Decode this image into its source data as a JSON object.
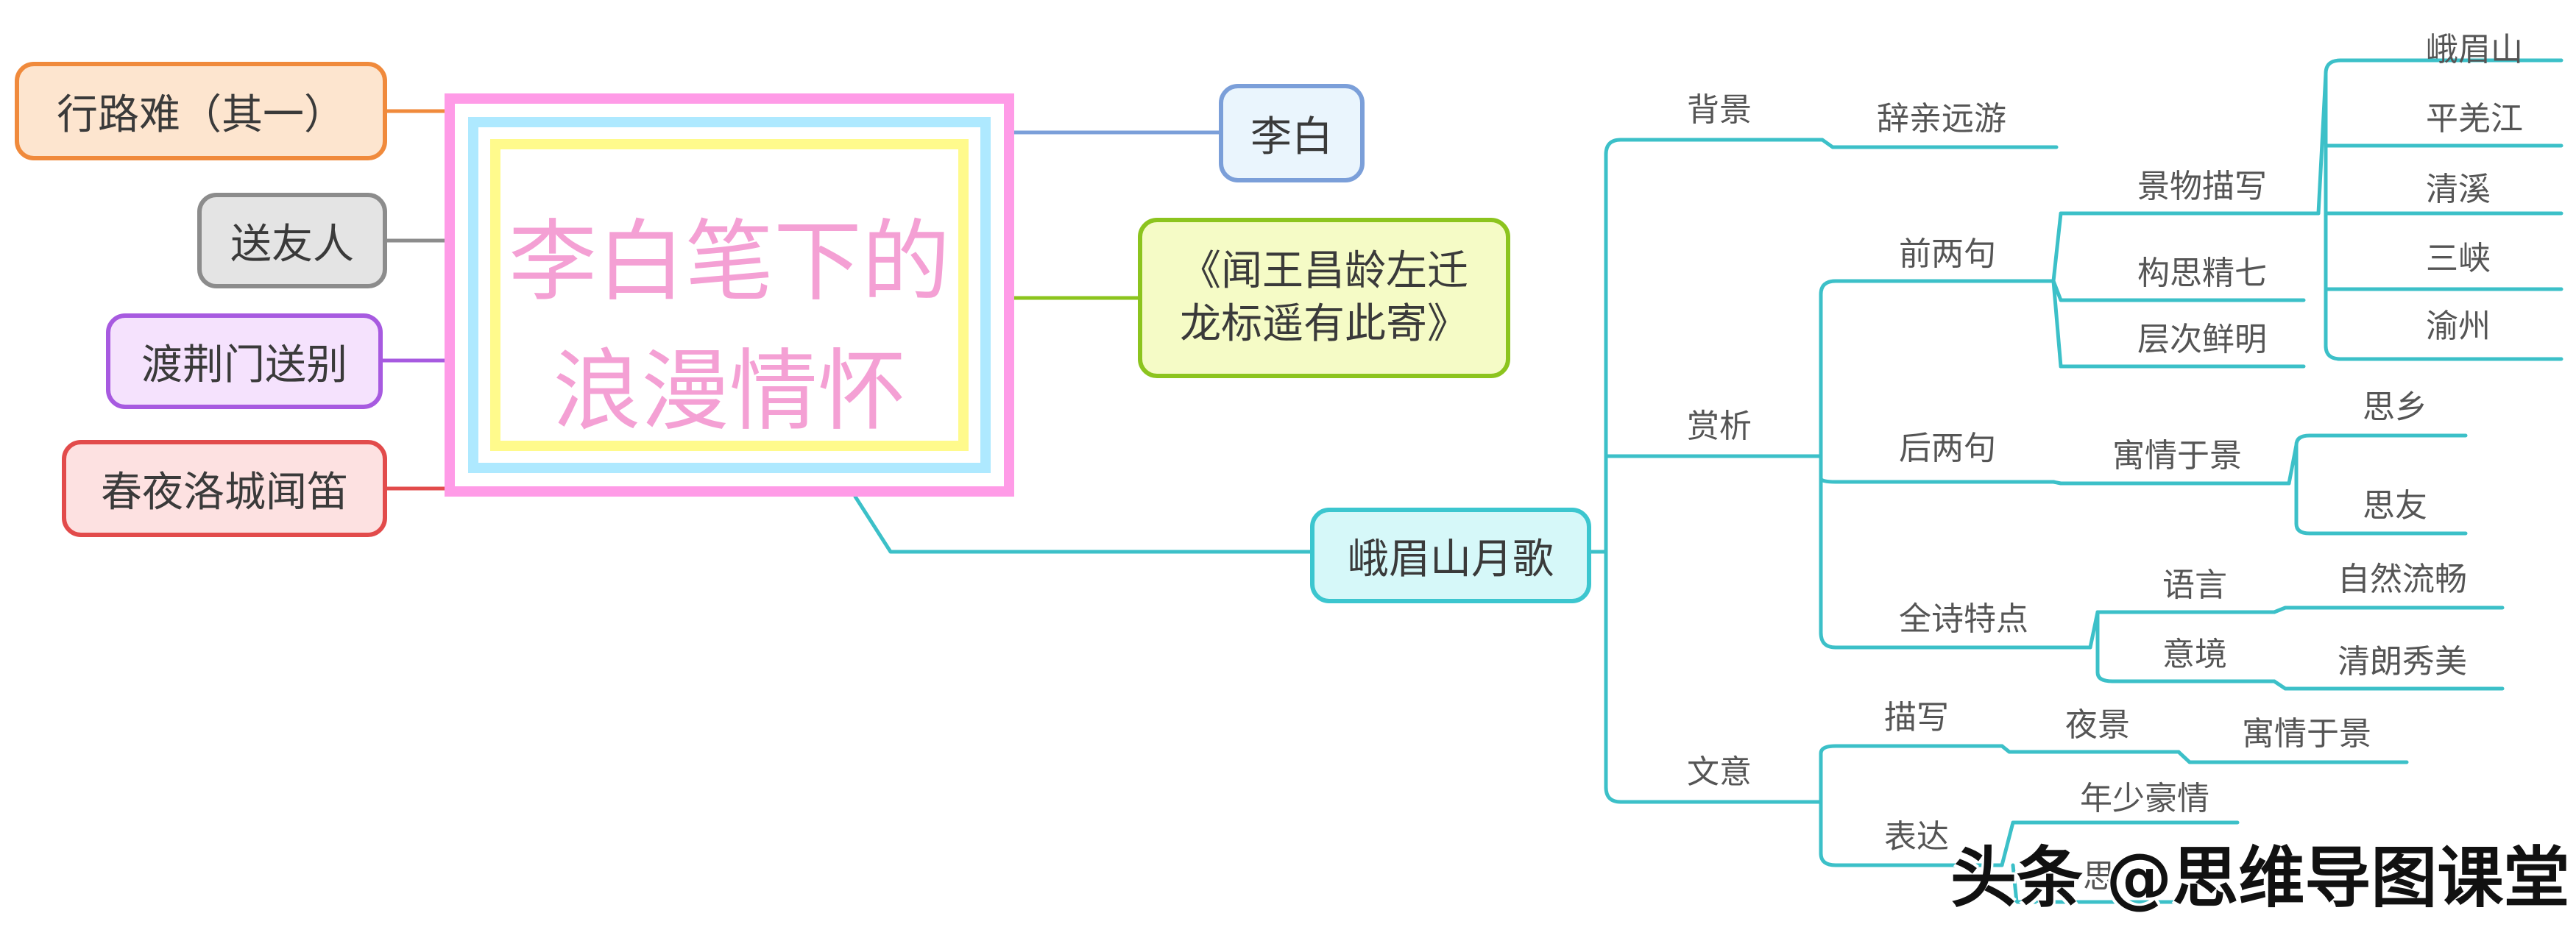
{
  "central": {
    "line1": "李白笔下的",
    "line2": "浪漫情怀"
  },
  "left_poems": [
    {
      "text": "行路难（其一）",
      "border": "#f08a3c",
      "fill": "#fde5cf"
    },
    {
      "text": "送友人",
      "border": "#8c8c8c",
      "fill": "#e4e4e4"
    },
    {
      "text": "渡荆门送别",
      "border": "#a75ae0",
      "fill": "#f5e2fd"
    },
    {
      "text": "春夜洛城闻笛",
      "border": "#e24b4b",
      "fill": "#fde1e1"
    }
  ],
  "author": {
    "text": "李白",
    "border": "#7b9fd9",
    "fill": "#eaf5fd"
  },
  "poem_green": {
    "line1": "《闻王昌龄左迁",
    "line2": "龙标遥有此寄》",
    "border": "#8cc41e",
    "fill": "#f5fbc6"
  },
  "main_poem": {
    "text": "峨眉山月歌",
    "border": "#3cc6cf",
    "fill": "#d6f8f9"
  },
  "branch_color": "#3cc0c8",
  "labels": {
    "beijing": "背景",
    "ciqin": "辞亲远游",
    "shangxi": "赏析",
    "qianliang": "前两句",
    "jingwu": "景物描写",
    "emei": "峨眉山",
    "pingqiang": "平羌江",
    "qingxi": "清溪",
    "sanxia": "三峡",
    "yuzhou": "渝州",
    "gousi": "构思精七",
    "cengci": "层次鲜明",
    "houliang": "后两句",
    "yuqing": "寓情于景",
    "sixiang": "思乡",
    "siyou": "思友",
    "quanshi": "全诗特点",
    "yuyan": "语言",
    "ziran": "自然流畅",
    "yijing": "意境",
    "qinglang": "清朗秀美",
    "wenyi": "文意",
    "miaoxie": "描写",
    "yejing": "夜景",
    "yuqing2": "寓情于景",
    "biaoda": "表达",
    "nianshao": "年少豪情",
    "si": "思"
  },
  "watermark": "头条 @思维导图课堂"
}
